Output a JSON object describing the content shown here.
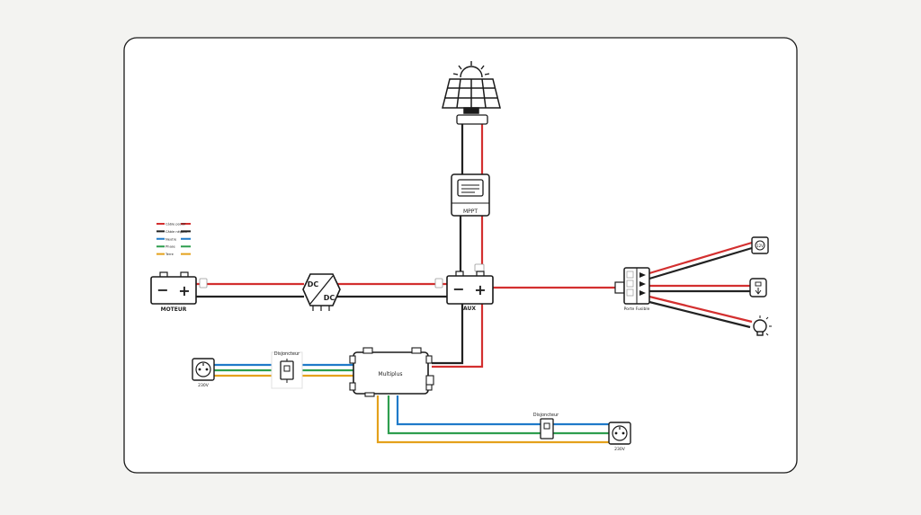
{
  "colors": {
    "background": "#f3f3f1",
    "card": "#ffffff",
    "outline": "#1a1a1a",
    "positive": "#d32f2f",
    "negative": "#222222",
    "neutral": "#1f7ac9",
    "phase": "#2e9e4f",
    "earth": "#e4a11b"
  },
  "legend": [
    {
      "label": "Câble positif",
      "color_key": "positive"
    },
    {
      "label": "Câble négatif",
      "color_key": "negative"
    },
    {
      "label": "Neutre",
      "color_key": "neutral"
    },
    {
      "label": "Phase",
      "color_key": "phase"
    },
    {
      "label": "Terre",
      "color_key": "earth"
    }
  ],
  "components": {
    "moteur_battery": {
      "label": "MOTEUR",
      "minus": "−",
      "plus": "+"
    },
    "dcdc": {
      "top": "DC",
      "bottom": "DC"
    },
    "aux_battery": {
      "label": "AUX",
      "minus": "−",
      "plus": "+"
    },
    "mppt": {
      "label": "MPPT"
    },
    "multiplus": {
      "label": "Multiplus"
    },
    "fuse_block": {
      "label": "Porte Fusible"
    },
    "breaker_left": {
      "label": "Disjoncteur"
    },
    "breaker_right": {
      "label": "Disjoncteur"
    },
    "outlet_left": {
      "label": "230V"
    },
    "outlet_right": {
      "label": "230V"
    },
    "usb_outlet": {
      "label": "12V"
    }
  },
  "icons": [
    "sun-icon",
    "solar-panel-icon",
    "usb-socket-icon",
    "usb-charger-icon",
    "light-bulb-icon",
    "outlet-icon",
    "fuse-icon",
    "breaker-icon"
  ]
}
